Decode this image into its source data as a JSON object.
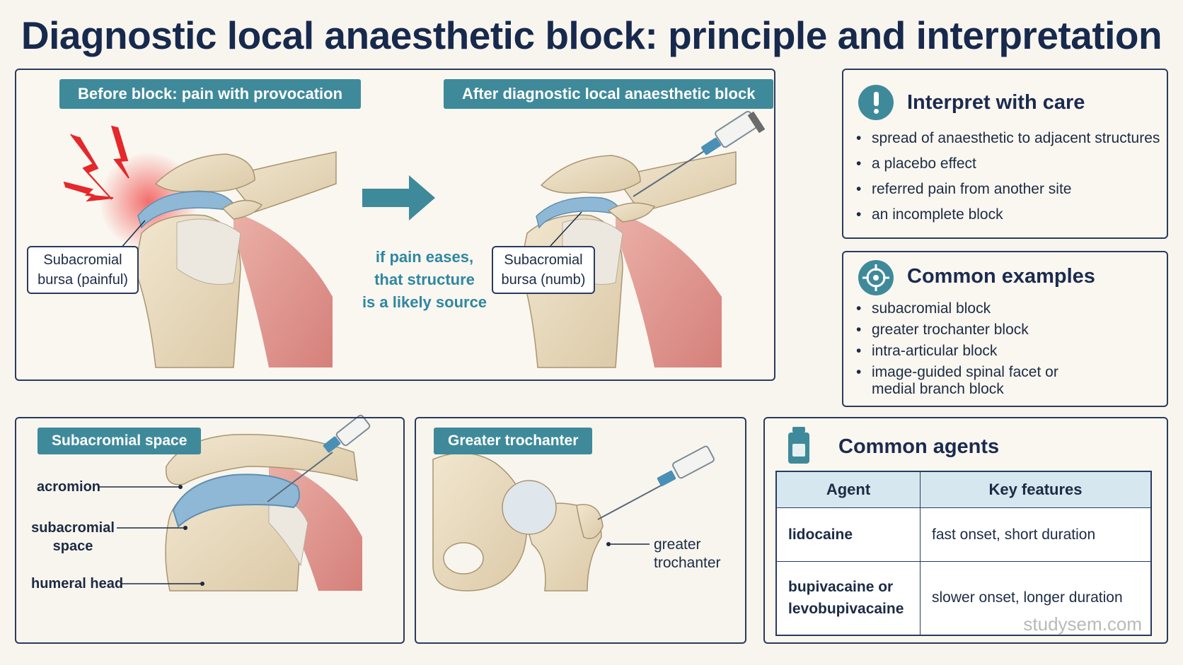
{
  "title": "Diagnostic local anaesthetic block: principle and interpretation",
  "principle": {
    "before_tag": "Before block: pain with provocation",
    "after_tag": "After diagnostic local anaesthetic block",
    "before_callout": [
      "Subacromial",
      "bursa (painful)"
    ],
    "after_callout": [
      "Subacromial",
      "bursa (numb)"
    ],
    "middle_text": [
      "if pain eases,",
      "that structure",
      "is a likely source"
    ]
  },
  "interpret": {
    "heading": "Interpret with care",
    "icon": "exclamation-icon",
    "items": [
      "spread of anaesthetic to adjacent structures",
      "a placebo effect",
      "referred pain from another site",
      "an incomplete block"
    ]
  },
  "examples": {
    "heading": "Common examples",
    "icon": "target-icon",
    "items": [
      "subacromial block",
      "greater trochanter block",
      "intra-articular block",
      "image-guided spinal facet or medial branch block"
    ]
  },
  "subacromial": {
    "tag": "Subacromial space",
    "labels": [
      "acromion",
      "subacromial",
      "space",
      "humeral head"
    ]
  },
  "trochanter": {
    "tag": "Greater trochanter",
    "labels": [
      "greater",
      "trochanter"
    ]
  },
  "agents": {
    "heading": "Common agents",
    "icon": "vial-icon",
    "columns": [
      "Agent",
      "Key features"
    ],
    "rows": [
      {
        "agent": "lidocaine",
        "agent2": "",
        "features": "fast onset, short duration"
      },
      {
        "agent": "bupivacaine or",
        "agent2": "levobupivacaine",
        "features": "slower onset, longer duration"
      }
    ]
  },
  "watermark": "studysem.com",
  "colors": {
    "teal": "#3f8a9a",
    "navy": "#17294d",
    "bursa_blue": "#8fb8d6",
    "muscle_red": "#d9807a",
    "bone": "#e9dcc3",
    "pain_red": "#e4282b"
  }
}
